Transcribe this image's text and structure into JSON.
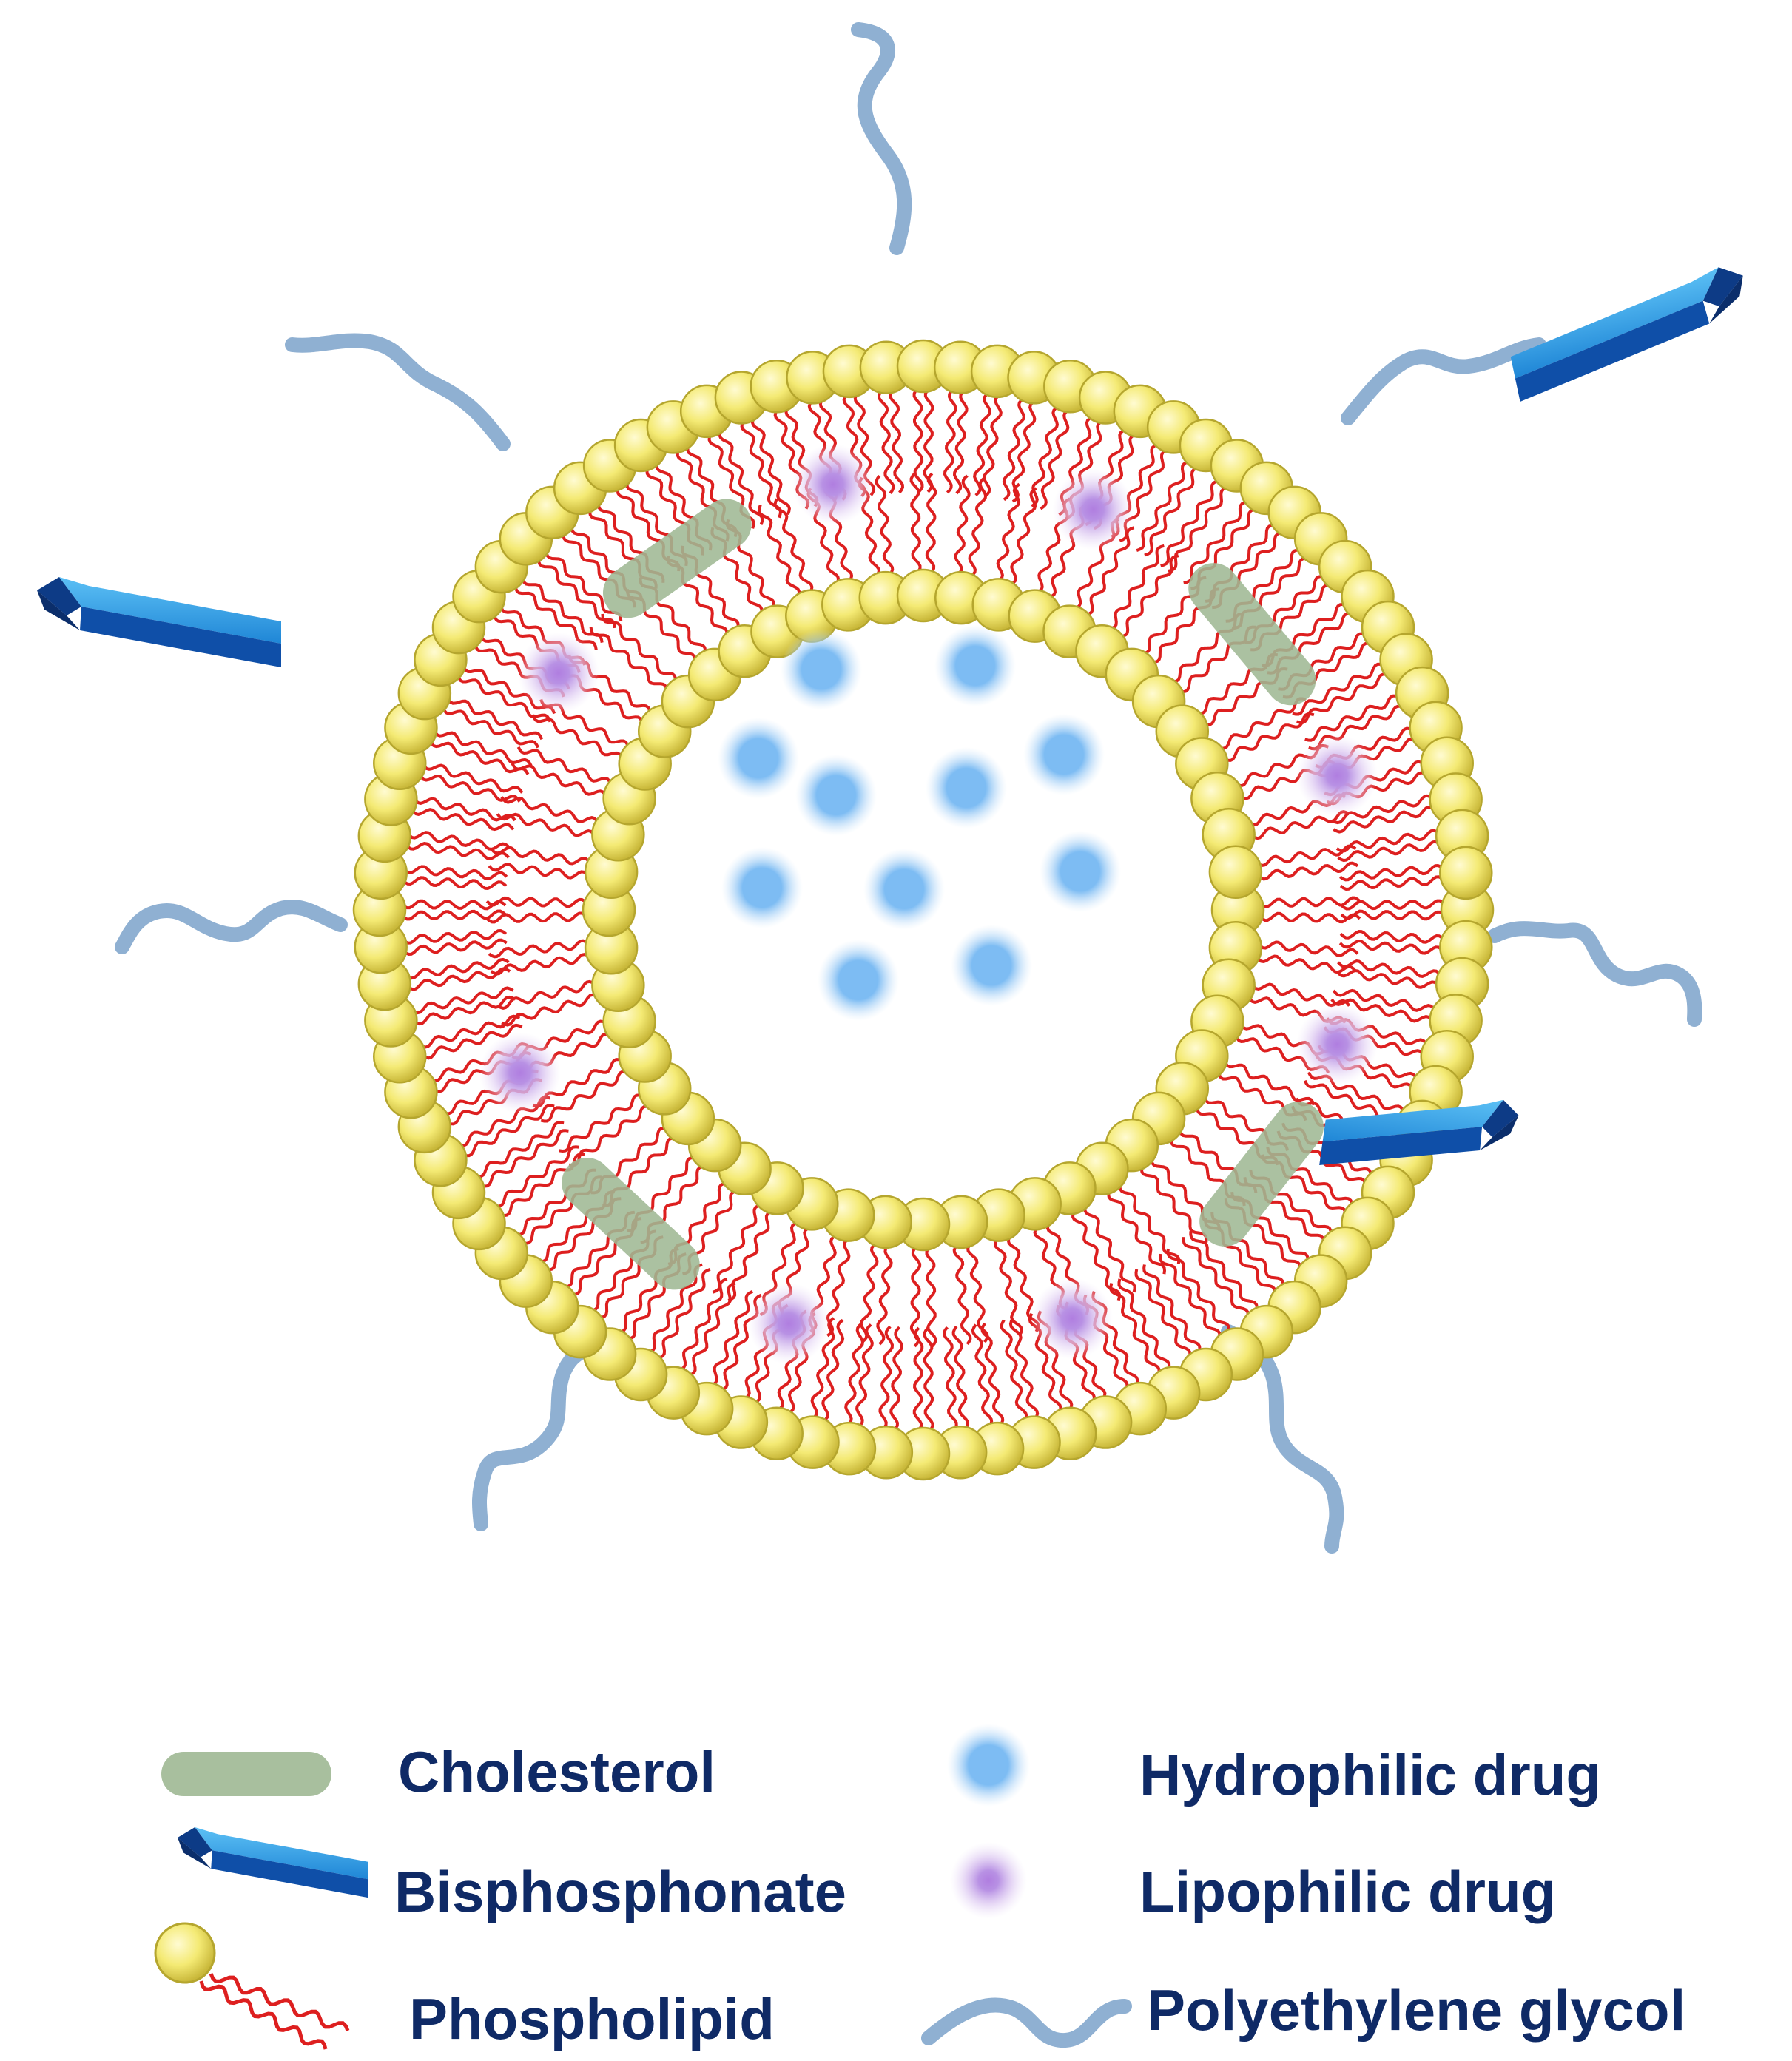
{
  "legend": {
    "items": [
      {
        "key": "cholesterol",
        "label": "Cholesterol",
        "color": "#9fb894"
      },
      {
        "key": "bisphosphonate",
        "label": "Bisphosphonate",
        "color": "#1f86d6"
      },
      {
        "key": "phospholipid",
        "label": "Phospholipid",
        "color": "#f2e86a"
      },
      {
        "key": "hydrophilic",
        "label": "Hydrophilic drug",
        "color": "#7dbcf3"
      },
      {
        "key": "lipophilic",
        "label": "Lipophilic drug",
        "color": "#b07ee0"
      },
      {
        "key": "peg",
        "label": "Polyethylene glycol",
        "color": "#8fb0d2"
      }
    ]
  },
  "colors": {
    "head": "#f3ea77",
    "head_stroke": "#b5a62e",
    "tail": "#dd1f1f",
    "text": "#0f2a66",
    "bisphosphonate_dark": "#0d3b86"
  },
  "icons": [
    "liposome",
    "phospholipid-head-icon",
    "lipid-tail-icon",
    "cholesterol-icon",
    "bisphosphonate-icon",
    "peg-chain-icon",
    "drug-dot-icon"
  ]
}
